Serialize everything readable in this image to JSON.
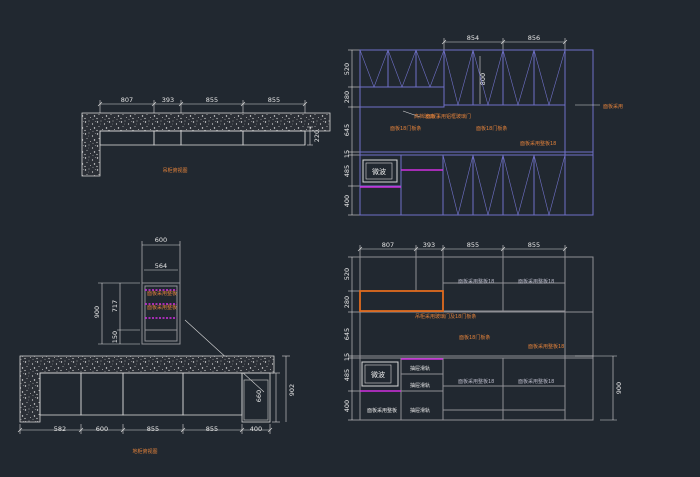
{
  "colors": {
    "background": "#212830",
    "dimension_line": "#d8d8d8",
    "cabinet_blue": "#6f70c7",
    "cabinet_gray": "#8f8f95",
    "magenta": "#d02fe0",
    "orange_label": "#e0803a",
    "orange_frame": "#e06b1f"
  },
  "plan_top": {
    "dims": [
      "807",
      "393",
      "855",
      "855"
    ],
    "side_dim": "220",
    "caption": "吊柜俯视图"
  },
  "elev_top": {
    "top_dims": [
      "854",
      "856"
    ],
    "left_dims": [
      "520",
      "280",
      "645",
      "15",
      "485",
      "400"
    ],
    "inner_dim": "800",
    "label_glass": "高档玻璃门",
    "label_board": "面板采用铝框玻璃门",
    "label_door": "面板18门板条",
    "label_mid": "面板18门板条",
    "label_right": "面板采用整板18",
    "microwave": "微波"
  },
  "side_view": {
    "top_dims": [
      "600",
      "564"
    ],
    "left_dims": [
      "900",
      "717",
      "150"
    ],
    "label_1": "面板采用整板",
    "label_2": "面板采用整板"
  },
  "plan_bottom": {
    "dims": [
      "582",
      "600",
      "855",
      "855",
      "400"
    ],
    "right_dims": [
      "660",
      "902"
    ],
    "caption": "地柜俯视图"
  },
  "elev_bottom": {
    "top_dims": [
      "807",
      "393",
      "855",
      "855"
    ],
    "left_dims": [
      "520",
      "280",
      "645",
      "15",
      "485",
      "400"
    ],
    "right_dim": "900",
    "label_upper_1": "面板采用整板18",
    "label_upper_2": "面板采用整板18",
    "label_orange": "吊柜采用玻璃门及18门板条",
    "label_mid": "面板18门板条",
    "label_right": "面板采用整板18",
    "label_drawer_1": "抽屉滑轨",
    "label_drawer_2": "抽屉滑轨",
    "label_drawer_3": "抽屉滑轨",
    "label_lower_1": "面板采用整板18",
    "label_lower_2": "面板采用整板18",
    "microwave": "微波"
  }
}
